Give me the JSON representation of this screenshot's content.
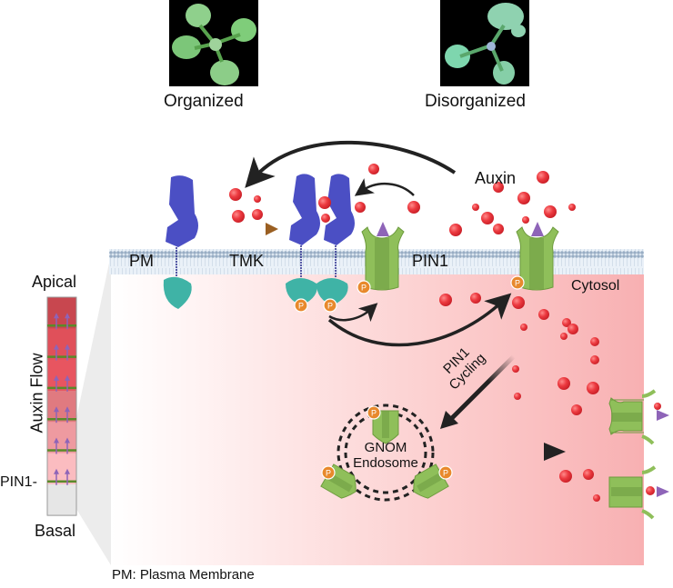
{
  "title_panels": [
    {
      "label": "Organized",
      "image": "organized-rosette"
    },
    {
      "label": "Disorganized",
      "image": "disorganized-rosette"
    }
  ],
  "membrane": {
    "pm_label": "PM",
    "tmk_label": "TMK",
    "pin1_label": "PIN1"
  },
  "regions": {
    "auxin_label": "Auxin",
    "cytosol_label": "Cytosol"
  },
  "cycling": {
    "line1": "PIN1",
    "line2": "Cycling"
  },
  "endosome": {
    "line1": "GNOM",
    "line2": "Endosome"
  },
  "column": {
    "top_label": "Apical",
    "bottom_label": "Basal",
    "axis_label": "Auxin Flow",
    "pin_label": "PIN1-",
    "segments": [
      "#c8474f",
      "#e0505a",
      "#e85560",
      "#e07a80",
      "#ee9aa0",
      "#fbbcc0",
      "#e6e6e6"
    ]
  },
  "phospho_label": "P",
  "footnote": "PM: Plasma Membrane",
  "colors": {
    "auxin": "#e8303a",
    "pin1": "#8fbf5a",
    "pin1_dark": "#5d8a34",
    "tmk_extracellular": "#4b4fc4",
    "tmk_kinase": "#3fb3a6",
    "phospho": "#e8892c",
    "flow_arrow": "#8e64b8",
    "membrane": "#9fb3c8",
    "cytosol": "#f8b4b6"
  }
}
